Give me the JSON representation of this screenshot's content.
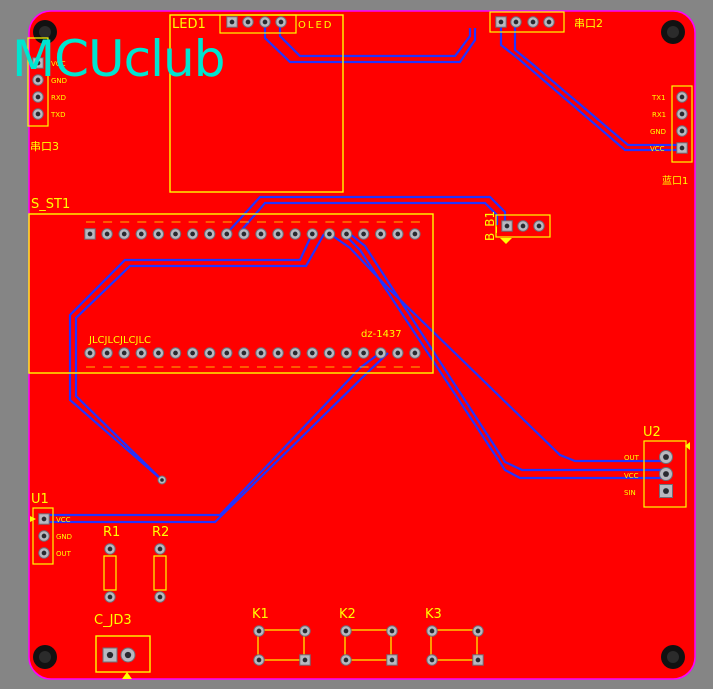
{
  "logo": {
    "text": "MCUclub"
  },
  "labels": {
    "led1": "LED1",
    "oled": "OLED",
    "uart2": "串口2",
    "uart3": "串口3",
    "blue": "蓝口1",
    "s_st1": "S_ST1",
    "b_b1": "B_B1",
    "jlc": "JLCJLCJLCJLC",
    "dz": "dz-1437",
    "u1": "U1",
    "u2": "U2",
    "r1": "R1",
    "r2": "R2",
    "c_jd3": "C_JD3",
    "k1": "K1",
    "k2": "K2",
    "k3": "K3"
  },
  "u1_pins": [
    "VCC",
    "GND",
    "OUT"
  ],
  "u2_pins": [
    "OUT",
    "VCC",
    "SIN"
  ],
  "uart3_pins": [
    "VCC",
    "GND",
    "RXD",
    "TXD"
  ],
  "blue_pins": [
    "TX1",
    "RX1",
    "GND",
    "VCC"
  ],
  "colors": {
    "board": "#ff0000",
    "background": "#858585",
    "silkscreen": "#ffff00",
    "trace": "#2233ff",
    "logo": "#00e5d0",
    "outline": "#ff00ff"
  }
}
